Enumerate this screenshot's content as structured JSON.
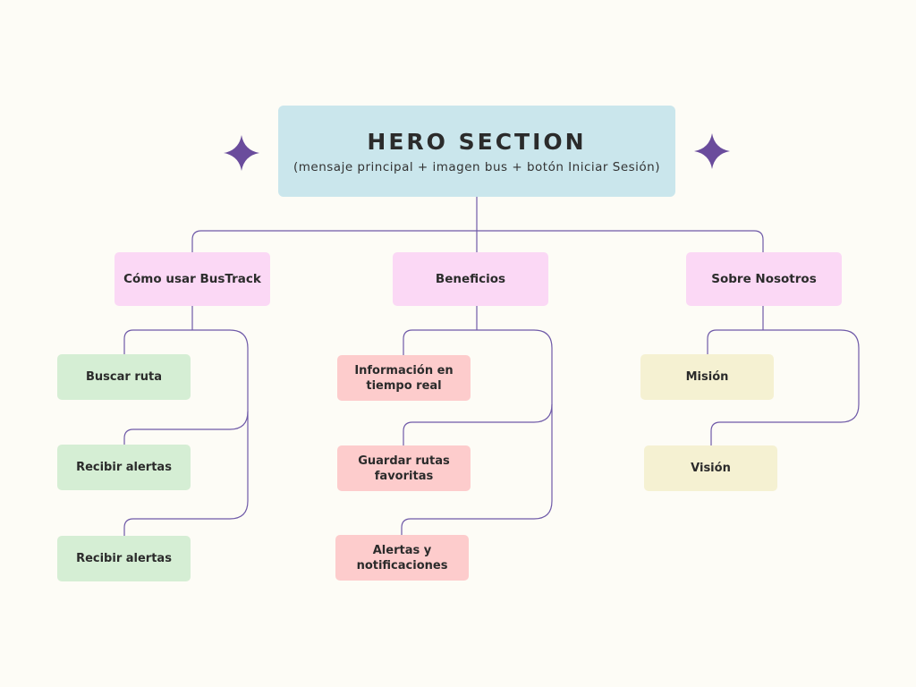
{
  "hero": {
    "title": "HERO SECTION",
    "subtitle": "(mensaje principal + imagen bus + botón Iniciar Sesión)"
  },
  "sections": [
    {
      "label": "Cómo usar BusTrack",
      "children": [
        "Buscar ruta",
        "Recibir alertas",
        "Recibir alertas"
      ]
    },
    {
      "label": "Beneficios",
      "children": [
        "Información en tiempo real",
        "Guardar rutas favoritas",
        "Alertas y notificaciones"
      ]
    },
    {
      "label": "Sobre Nosotros",
      "children": [
        "Misión",
        "Visión"
      ]
    }
  ],
  "colors": {
    "background": "#fdfcf6",
    "hero": "#cae6ec",
    "section": "#fbd8f5",
    "leaf_green": "#d5eed4",
    "leaf_red": "#fdcccc",
    "leaf_yellow": "#f5f1d2",
    "connector": "#6f5aa8",
    "sparkle": "#6a4c9c"
  },
  "icons": [
    "sparkle-icon",
    "sparkle-icon"
  ]
}
